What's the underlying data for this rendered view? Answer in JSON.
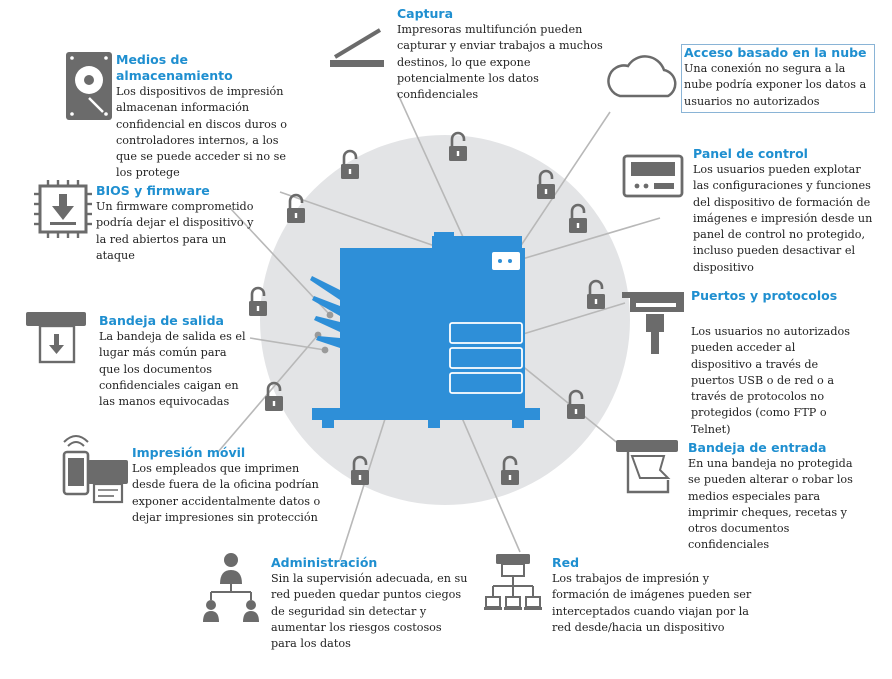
{
  "topics": {
    "captura": {
      "title": "Captura",
      "text": "Impresoras multifunción pueden capturar y enviar trabajos a muchos destinos, lo que expone potencialmente los datos confidenciales",
      "icon": "scanner-icon"
    },
    "medios": {
      "title": "Medios de almacenamiento",
      "text": "Los dispositivos de impresión almacenan información confidencial en discos duros o controladores internos, a los que se puede acceder si no se los protege",
      "icon": "hard-drive-icon"
    },
    "nube": {
      "title": "Acceso basado en la nube",
      "text": "Una conexión no segura a la nube podría exponer los datos a usuarios no autorizados",
      "icon": "cloud-icon"
    },
    "panel": {
      "title": "Panel de control",
      "text": "Los usuarios pueden explotar las configuraciones y funciones del dispositivo de formación de imágenes e impresión desde un panel de control no protegido, incluso pueden desactivar el dispositivo",
      "icon": "control-panel-icon"
    },
    "bios": {
      "title": "BIOS y firmware",
      "text": "Un firmware comprometido podría dejar el dispositivo y la red abiertos para un ataque",
      "icon": "chip-download-icon"
    },
    "puertos": {
      "title": "Puertos y protocolos",
      "text": "Los usuarios no autorizados pueden acceder al dispositivo a través de puertos USB o de red o a través de protocolos no protegidos (como FTP o Telnet)",
      "icon": "usb-icon"
    },
    "bandeja_salida": {
      "title": "Bandeja de salida",
      "text": "La bandeja de salida es el lugar más común para que los documentos confidenciales caigan en las manos equivocadas",
      "icon": "output-tray-icon"
    },
    "bandeja_entrada": {
      "title": "Bandeja de entrada",
      "text": "En una bandeja no protegida se pueden alterar o robar los medios especiales para imprimir cheques, recetas y otros documentos confidenciales",
      "icon": "input-tray-icon"
    },
    "movil": {
      "title": "Impresión móvil",
      "text": "Los empleados que imprimen desde fuera de la oficina podrían exponer accidentalmente datos o dejar impresiones sin protección",
      "icon": "mobile-print-icon"
    },
    "admin": {
      "title": "Administración",
      "text": "Sin la supervisión adecuada, en su red pueden quedar puntos ciegos de seguridad sin detectar y aumentar los riesgos costosos para los datos",
      "icon": "org-chart-icon"
    },
    "red": {
      "title": "Red",
      "text": "Los trabajos de impresión y formación de imágenes pueden ser interceptados cuando viajan por la red desde/hacia un dispositivo",
      "icon": "network-icon"
    }
  },
  "colors": {
    "accent": "#1f8fd0",
    "printer": "#2e8fd8",
    "circle": "#e3e4e6",
    "icon": "#6b6b6b",
    "line": "#b5b5b5"
  },
  "lock_icon": "open-padlock-icon"
}
